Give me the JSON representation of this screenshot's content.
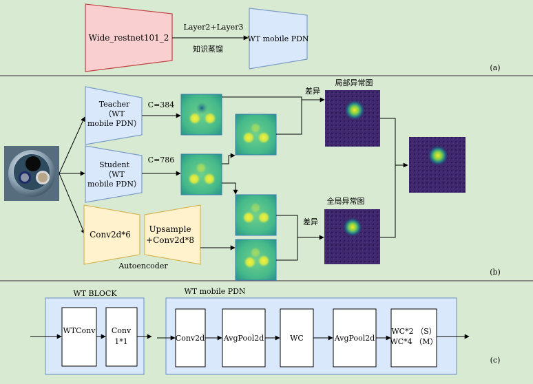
{
  "panel_a": {
    "teacher_model": "Wide_restnet101_2",
    "arrow_label": "Layer2+Layer3",
    "arrow_sublabel": "知识蒸馏",
    "student_model": "WT mobile PDN",
    "tag": "(a)"
  },
  "panel_b": {
    "teacher": {
      "line1": "Teacher",
      "line2": "（WT",
      "line3": "mobile PDN）"
    },
    "teacher_channels": "C=384",
    "student": {
      "line1": "Student",
      "line2": "（WT",
      "line3": "mobile PDN）"
    },
    "student_channels": "C=786",
    "encoder_label": "Conv2d*6",
    "decoder_line1": "Upsample",
    "decoder_line2": "+Conv2d*8",
    "autoencoder_label": "Autoencoder",
    "diff_top": "差异",
    "diff_bottom": "差异",
    "local_map_label": "局部异常图",
    "global_map_label": "全局异常图",
    "tag": "(b)"
  },
  "panel_c": {
    "block_title": "WT BLOCK",
    "wtconv": "WTConv",
    "conv_line1": "Conv",
    "conv_line2": "1*1",
    "pdn_title": "WT mobile PDN",
    "conv2d": "Conv2d",
    "avgpool_1": "AvgPool2d",
    "wc": "WC",
    "avgpool_2": "AvgPool2d",
    "wc_s": "WC*2 （S）",
    "wc_m": "WC*4 （M）",
    "tag": "(c)"
  },
  "colors": {
    "background": "#d9ead3",
    "divider": "#6b6b6b",
    "teacher_fill": "#f9cfcf",
    "teacher_stroke": "#c04040",
    "model_fill": "#dae8fc",
    "model_stroke": "#7a9cc6",
    "autoencoder_fill": "#fff2cc",
    "autoencoder_stroke": "#d6b656",
    "feature_map": "#4ec77a",
    "feature_spot": "#e6ee3c",
    "anomaly_bg": "#2b1a5e",
    "anomaly_hot": "#f2e32a"
  }
}
